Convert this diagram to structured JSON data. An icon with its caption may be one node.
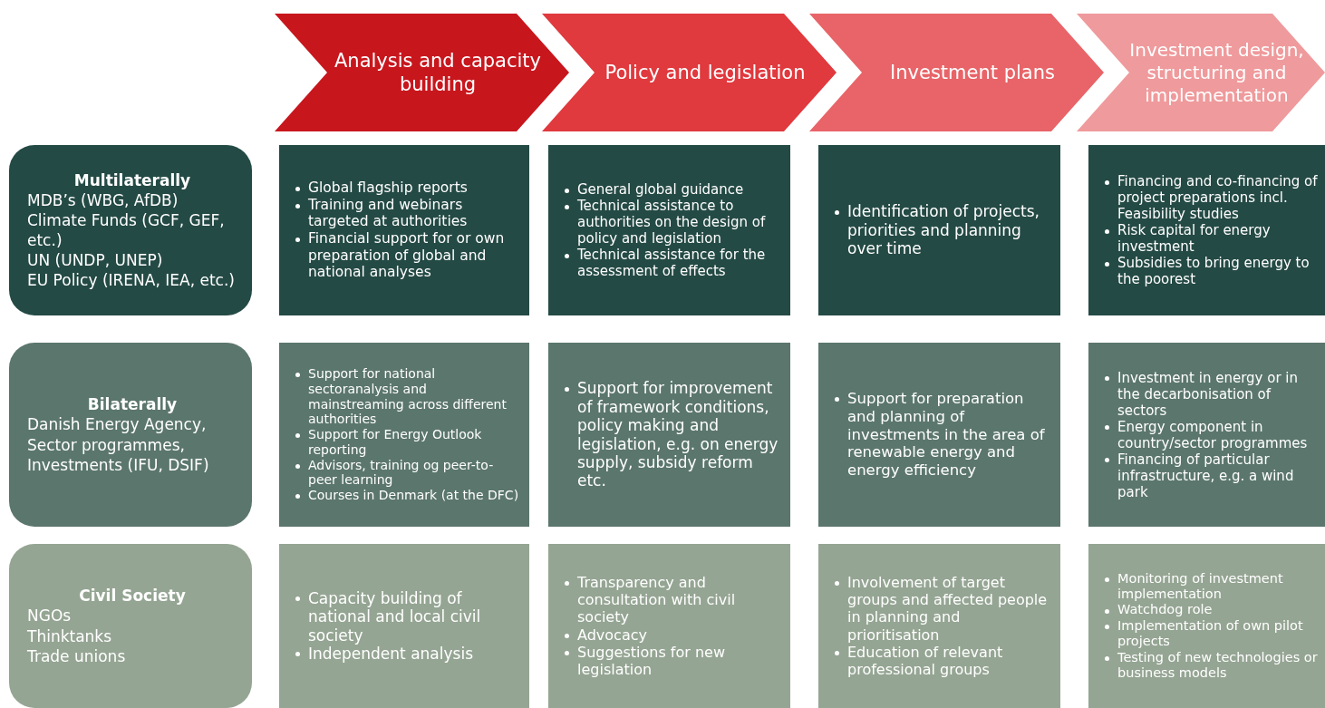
{
  "diagram": {
    "nodes": [
      {
        "text": [
          "Analysis and capacity building"
        ]
      },
      {
        "text": [
          "Policy and legislation"
        ]
      },
      {
        "text": [
          "Investment plans"
        ]
      },
      {
        "text": [
          "Investment design, structuring and implementation"
        ]
      },
      {
        "text": [
          "Multilaterally",
          "MDB’s (WBG, AfDB)",
          "Climate Funds (GCF, GEF, etc.)",
          "UN (UNDP, UNEP)",
          "EU Policy (IRENA, IEA, etc.)"
        ]
      },
      {
        "text": [
          "Global flagship reports",
          "Training and webinars targeted at authorities",
          "Financial support for or own preparation of global and national analyses"
        ]
      },
      {
        "text": [
          "General global guidance",
          "Technical assistance to authorities on the design of policy and legislation",
          "Technical assistance for the assessment of effects"
        ]
      },
      {
        "text": [
          "Identification of projects, priorities and planning over time"
        ]
      },
      {
        "text": [
          "Financing and co-financing of project preparations incl. Feasibility studies",
          "Risk capital for energy investment",
          "Subsidies to bring energy to the poorest"
        ]
      },
      {
        "text": [
          "Bilaterally",
          "Danish Energy Agency,",
          "Sector programmes,",
          "Investments (IFU, DSIF)"
        ]
      },
      {
        "text": [
          "Support for national sectoranalysis and mainstreaming across different authorities",
          "Support for Energy Outlook reporting",
          "Advisors, training og peer-to-peer learning",
          "Courses in Denmark (at the DFC)"
        ]
      },
      {
        "text": [
          "Support for improvement of framework conditions, policy making and legislation, e.g. on energy supply, subsidy reform etc."
        ]
      },
      {
        "text": [
          "Support for preparation and planning of investments in the area of renewable energy and energy efficiency"
        ]
      },
      {
        "text": [
          "Investment in energy or in the decarbonisation of sectors",
          "Energy component in country/sector programmes",
          "Financing of particular infrastructure, e.g. a wind park"
        ]
      },
      {
        "text": [
          "Civil Society",
          "NGOs",
          "Thinktanks",
          "Trade unions"
        ]
      },
      {
        "text": [
          "Capacity building of national and local civil society",
          "Independent analysis"
        ]
      },
      {
        "text": [
          "Transparency and consultation with civil society",
          "Advocacy",
          "Suggestions for new legislation"
        ]
      },
      {
        "text": [
          "Involvement of target groups and affected people in planning and prioritisation",
          "Education of relevant professional groups"
        ]
      },
      {
        "text": [
          "Monitoring of investment implementation",
          "Watchdog role",
          "Implementation of own pilot projects",
          "Testing of new technologies or business models"
        ]
      }
    ]
  }
}
